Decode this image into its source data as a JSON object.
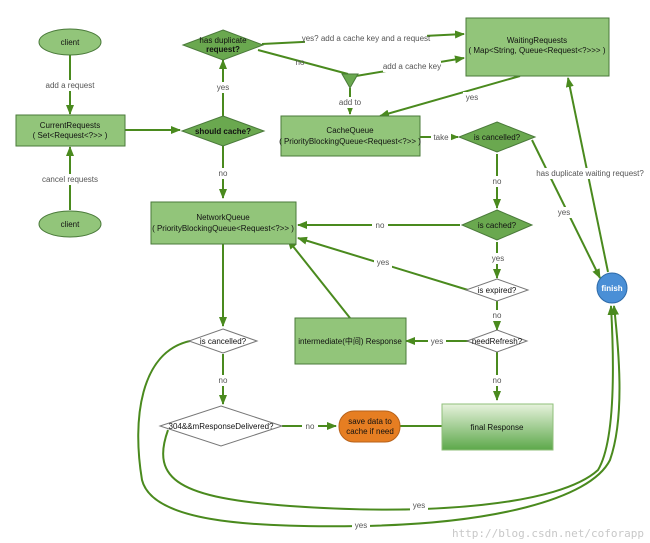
{
  "colors": {
    "node_fill": "#92c57a",
    "node_stroke": "#4a7a3a",
    "diamond_fill": "#6aa84f",
    "edge": "#4a8a1e",
    "finish_fill": "#4a8fd6",
    "save_fill": "#e67e22"
  },
  "nodes": {
    "client_top": "client",
    "client_bottom": "client",
    "current_requests_l1": "CurrentRequests",
    "current_requests_l2": "( Set<Request<?>> )",
    "has_duplicate_l1": "has duplicate",
    "has_duplicate_l2": "request?",
    "should_cache": "should cache?",
    "waiting_requests_l1": "WaitingRequests",
    "waiting_requests_l2": "( Map<String, Queue<Request<?>>> )",
    "cache_queue_l1": "CacheQueue",
    "cache_queue_l2": "( PriorityBlockingQueue<Request<?>> )",
    "is_cancelled_1": "is cancelled?",
    "network_queue_l1": "NetworkQueue",
    "network_queue_l2": "( PriorityBlockingQueue<Request<?>> )",
    "is_cached": "is cached?",
    "is_expired": "is expired?",
    "need_refresh": "needRefresh?",
    "intermediate_response": "intermediate(中间) Response",
    "is_cancelled_2": "is cancelled?",
    "response_delivered": "304&&mResponseDelivered?",
    "save_data_l1": "save data to",
    "save_data_l2": "cache if need",
    "final_response": "final Response",
    "finish": "finish"
  },
  "edge_labels": {
    "add_request": "add a request",
    "cancel_requests": "cancel requests",
    "yes_add_cache_key_and_request": "yes? add a cache key and a request",
    "no_dup": "no",
    "add_cache_key": "add a cache key",
    "add_to": "add to",
    "yes_dup_cache": "yes",
    "no_should_cache": "no",
    "yes_waiting_to_cache": "yes",
    "take": "take",
    "has_duplicate_waiting": "has duplicate waiting request?",
    "yes_cancelled_finish": "yes",
    "no_cancelled_1": "no",
    "no_is_cached": "no",
    "yes_is_cached": "yes",
    "yes_is_expired": "yes",
    "no_is_expired": "no",
    "yes_need_refresh": "yes",
    "no_need_refresh": "no",
    "no_cancelled_2": "no",
    "no_delivered": "no",
    "yes_delivered": "yes",
    "yes_cancelled_2": "yes"
  },
  "watermark": "http://blog.csdn.net/coforapp"
}
